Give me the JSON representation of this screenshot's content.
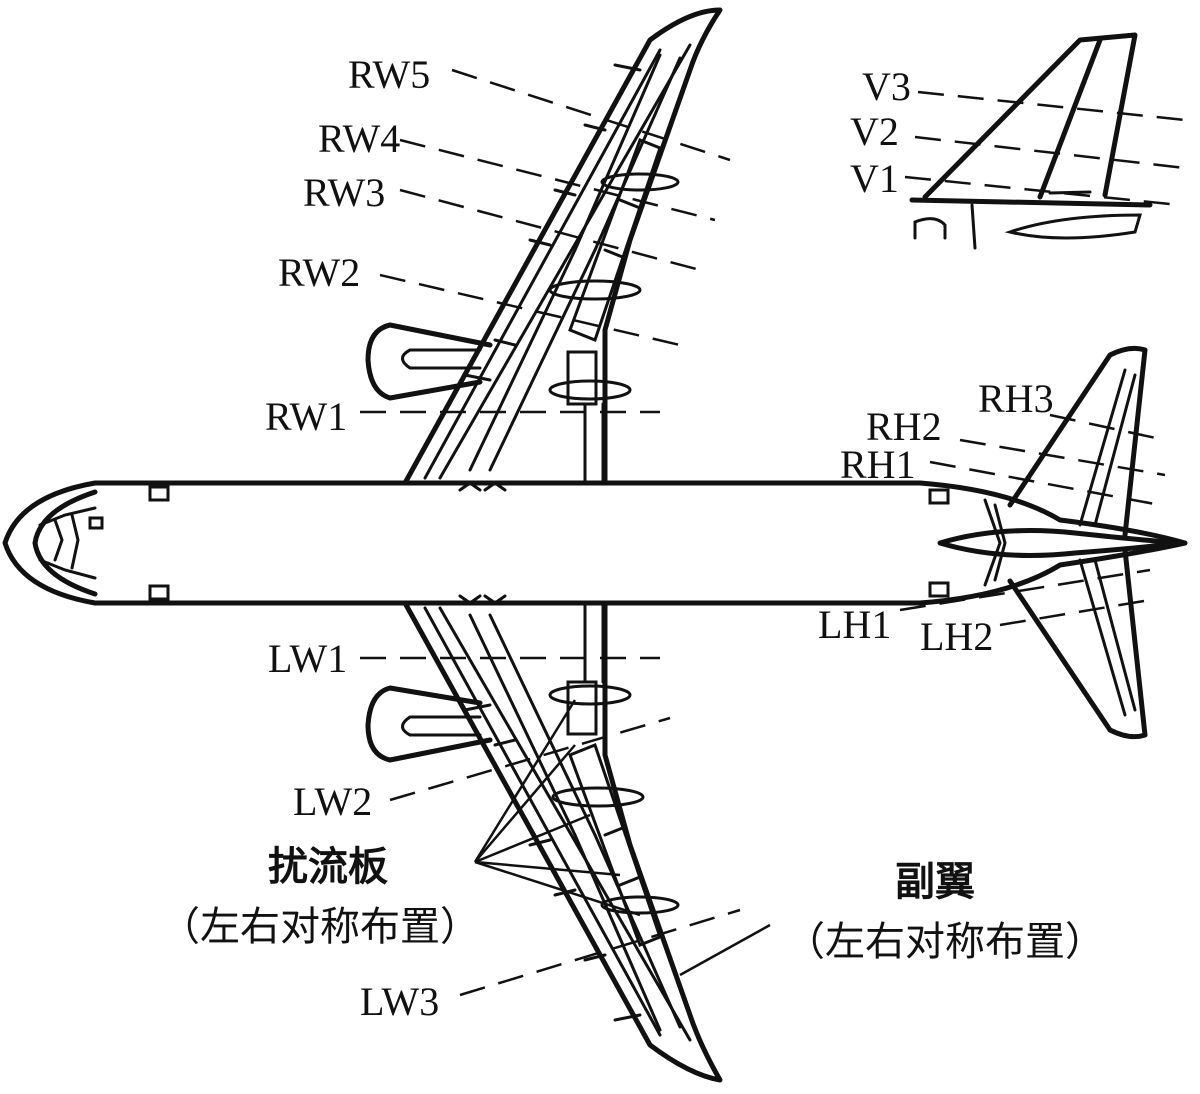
{
  "labels": {
    "rw5": "RW5",
    "rw4": "RW4",
    "rw3": "RW3",
    "rw2": "RW2",
    "rw1": "RW1",
    "lw1": "LW1",
    "lw2": "LW2",
    "lw3": "LW3",
    "v3": "V3",
    "v2": "V2",
    "v1": "V1",
    "rh3": "RH3",
    "rh2": "RH2",
    "rh1": "RH1",
    "lh1": "LH1",
    "lh2": "LH2"
  },
  "spoiler": {
    "title": "扰流板",
    "note": "（左右对称布置）"
  },
  "aileron": {
    "title": "副翼",
    "note": "（左右对称布置）"
  }
}
